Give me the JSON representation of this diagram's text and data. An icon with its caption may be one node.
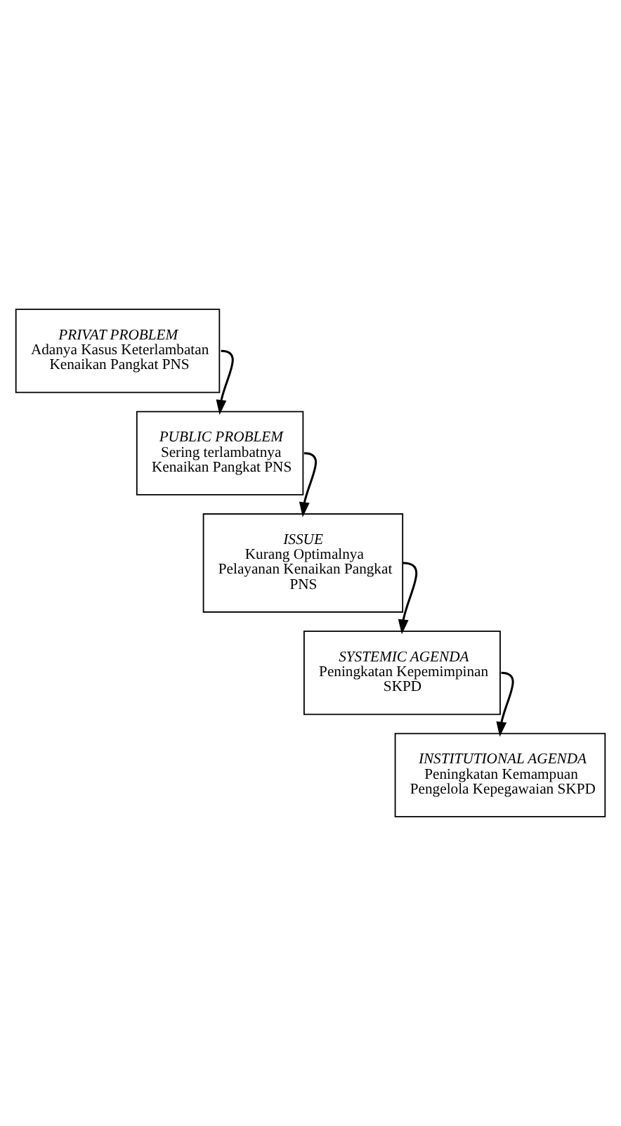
{
  "diagram": {
    "nodes": [
      {
        "text": [
          "PRIVAT PROBLEM",
          "Adanya Kasus Keterlambatan Kenaikan Pangkat PNS"
        ]
      },
      {
        "text": [
          "PUBLIC PROBLEM",
          "Sering terlambatnya Kenaikan Pangkat PNS"
        ]
      },
      {
        "text": [
          "ISSUE",
          "Kurang Optimalnya Pelayanan Kenaikan Pangkat PNS"
        ]
      },
      {
        "text": [
          "SYSTEMIC AGENDA",
          "Peningkatan Kepemimpinan SKPD"
        ]
      },
      {
        "text": [
          "INSTITUTIONAL AGENDA",
          "Peningkatan Kemampuan Pengelola Kepegawaian SKPD"
        ]
      }
    ],
    "edges": [
      {
        "from": 0,
        "to": 1,
        "arrow": "to"
      },
      {
        "from": 1,
        "to": 2,
        "arrow": "to"
      },
      {
        "from": 2,
        "to": 3,
        "arrow": "to"
      },
      {
        "from": 3,
        "to": 4,
        "arrow": "to"
      }
    ]
  }
}
